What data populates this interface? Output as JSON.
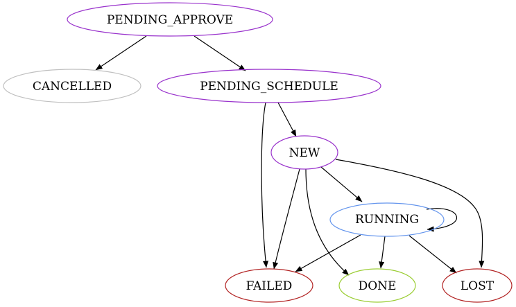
{
  "diagram": {
    "nodes": [
      {
        "id": "pending_approve",
        "label": "PENDING_APPROVE",
        "color": "#9932cc"
      },
      {
        "id": "cancelled",
        "label": "CANCELLED",
        "color": "#c0c0c0"
      },
      {
        "id": "pending_schedule",
        "label": "PENDING_SCHEDULE",
        "color": "#9932cc"
      },
      {
        "id": "new",
        "label": "NEW",
        "color": "#9932cc"
      },
      {
        "id": "running",
        "label": "RUNNING",
        "color": "#6495ed"
      },
      {
        "id": "failed",
        "label": "FAILED",
        "color": "#b22222"
      },
      {
        "id": "done",
        "label": "DONE",
        "color": "#9acd32"
      },
      {
        "id": "lost",
        "label": "LOST",
        "color": "#b22222"
      }
    ],
    "edges": [
      {
        "from": "pending_approve",
        "to": "cancelled"
      },
      {
        "from": "pending_approve",
        "to": "pending_schedule"
      },
      {
        "from": "pending_schedule",
        "to": "new"
      },
      {
        "from": "pending_schedule",
        "to": "failed"
      },
      {
        "from": "new",
        "to": "running"
      },
      {
        "from": "new",
        "to": "failed"
      },
      {
        "from": "new",
        "to": "done"
      },
      {
        "from": "new",
        "to": "lost"
      },
      {
        "from": "running",
        "to": "running"
      },
      {
        "from": "running",
        "to": "failed"
      },
      {
        "from": "running",
        "to": "done"
      },
      {
        "from": "running",
        "to": "lost"
      }
    ]
  }
}
